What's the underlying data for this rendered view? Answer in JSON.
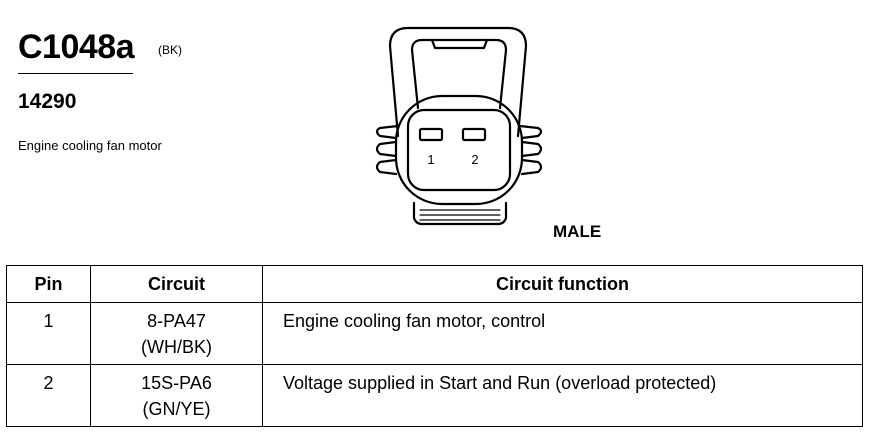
{
  "header": {
    "connector_id": "C1048a",
    "color_code": "(BK)",
    "part_number": "14290",
    "description": "Engine cooling fan motor"
  },
  "diagram": {
    "pin_labels": [
      "1",
      "2"
    ],
    "gender": "MALE"
  },
  "table": {
    "columns": [
      "Pin",
      "Circuit",
      "Circuit function"
    ],
    "rows": [
      {
        "pin": "1",
        "circuit": "8-PA47",
        "wire_color": "(WH/BK)",
        "function": "Engine cooling fan motor, control"
      },
      {
        "pin": "2",
        "circuit": "15S-PA6",
        "wire_color": "(GN/YE)",
        "function": "Voltage supplied in Start and Run (overload protected)"
      }
    ]
  }
}
